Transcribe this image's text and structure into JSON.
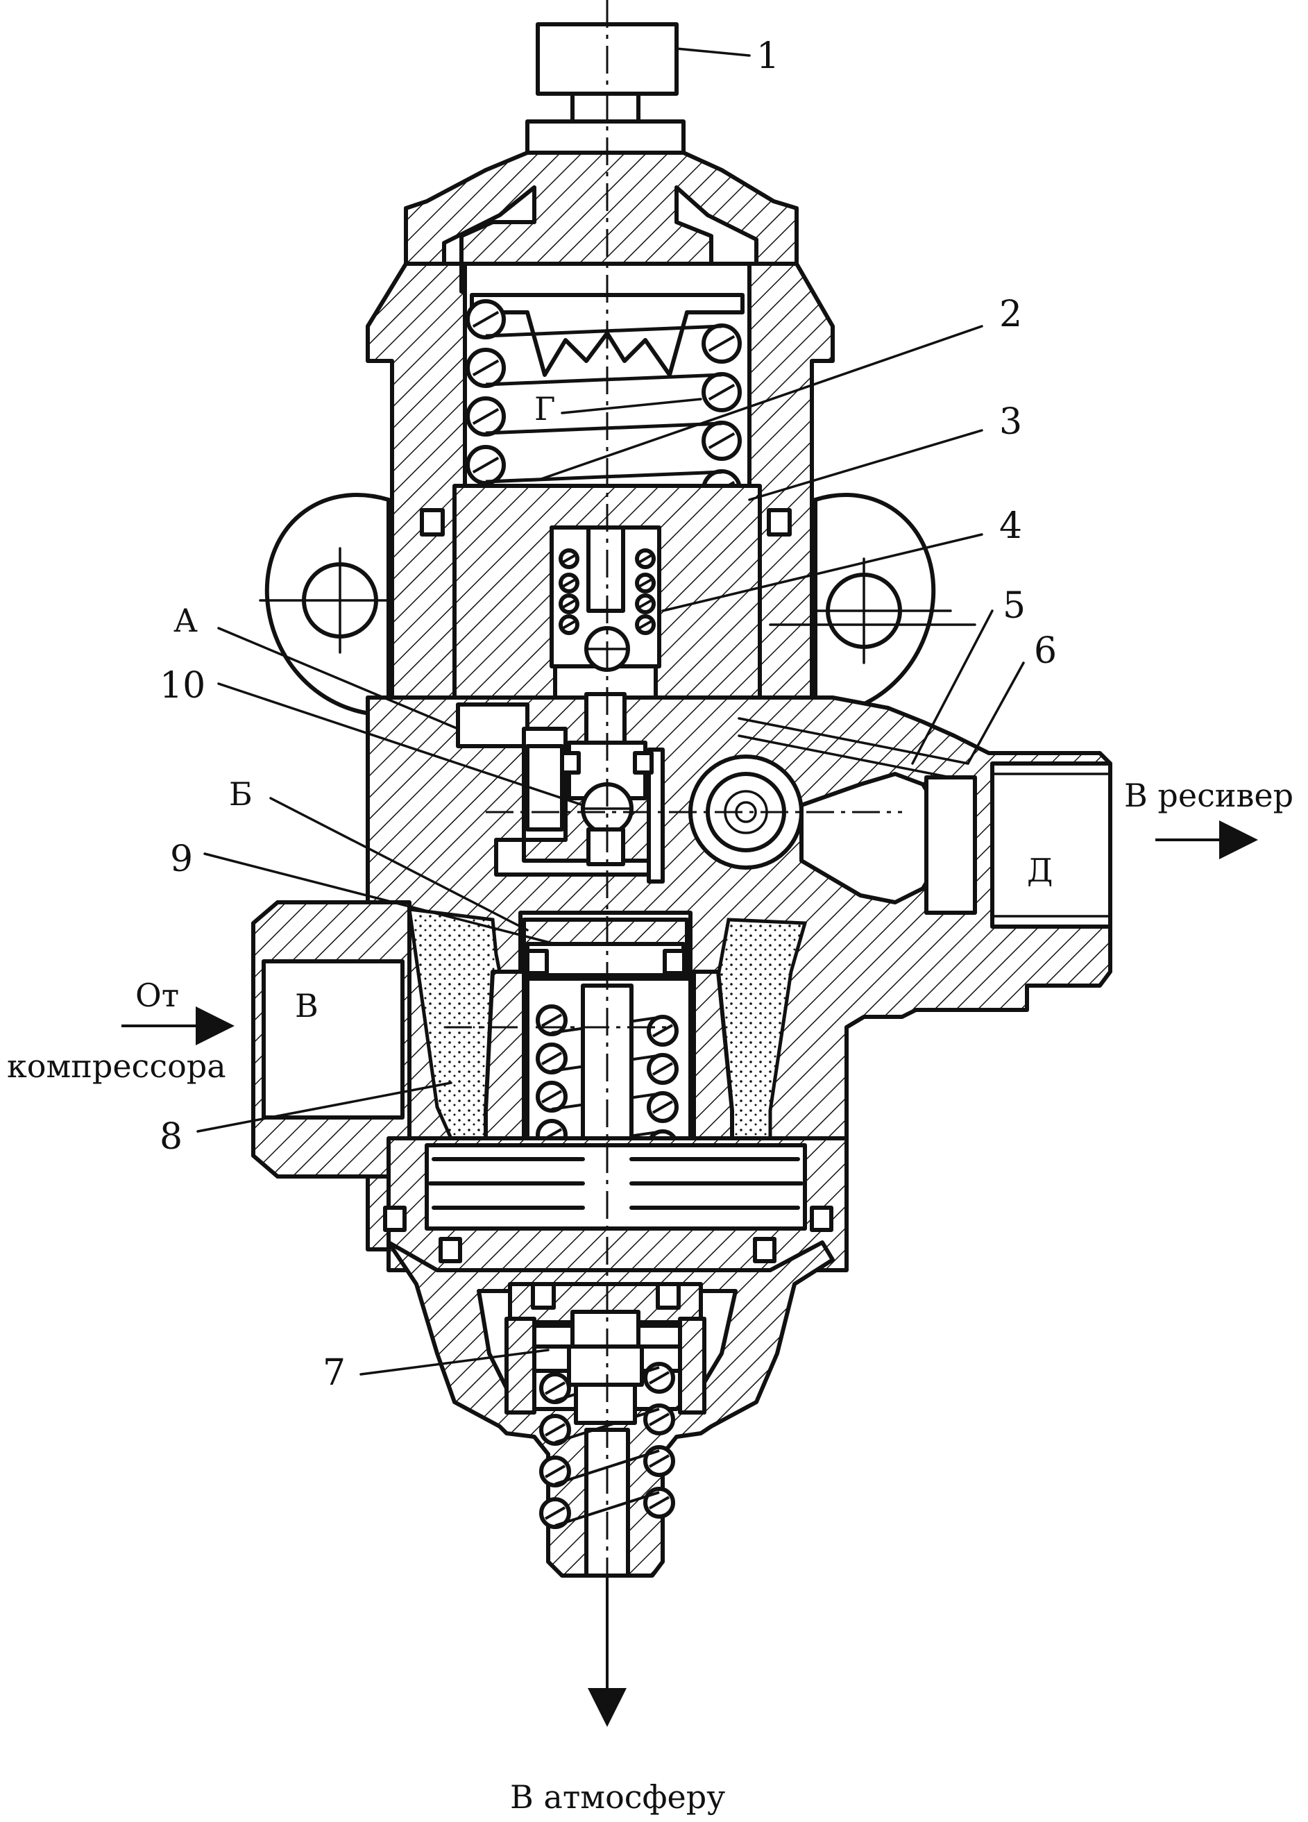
{
  "labels": {
    "n1": "1",
    "n2": "2",
    "n3": "3",
    "n4": "4",
    "n5": "5",
    "n6": "6",
    "n7": "7",
    "n8": "8",
    "n9": "9",
    "n10": "10",
    "A": "А",
    "B": "Б",
    "V": "В",
    "G": "Г",
    "D": "Д"
  },
  "flows": {
    "to_receiver": "В ресивер",
    "from_compressor_line1": "От",
    "from_compressor_line2": "компрессора",
    "to_atmosphere": "В атмосферу"
  }
}
